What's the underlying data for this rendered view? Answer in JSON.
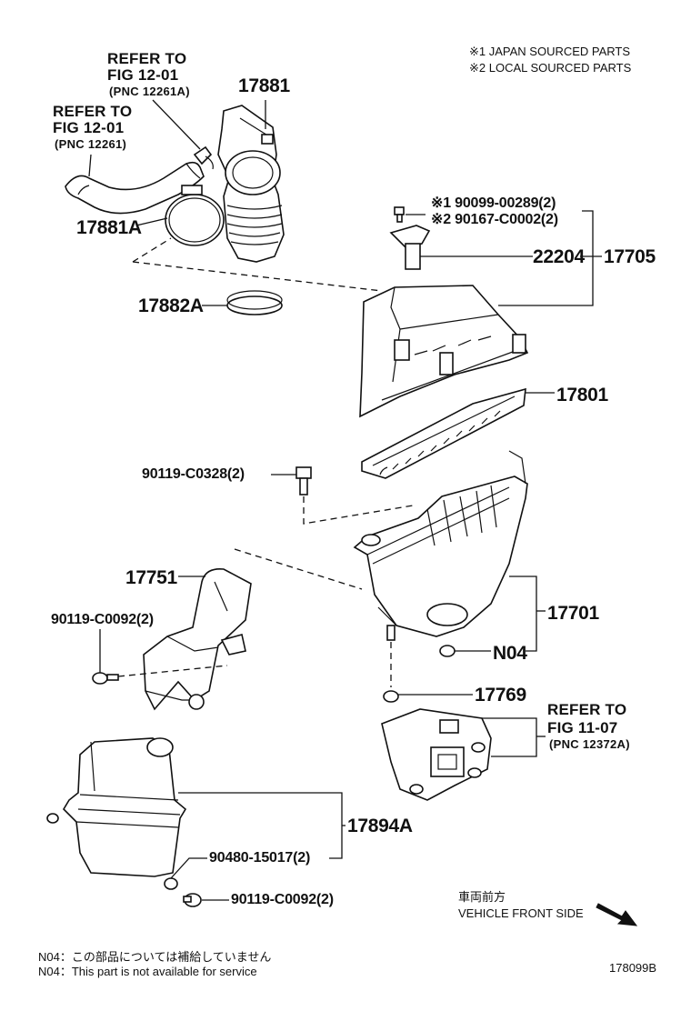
{
  "legend": {
    "japan_sourced": "※1 JAPAN SOURCED PARTS",
    "local_sourced": "※2 LOCAL SOURCED PARTS"
  },
  "refs": {
    "fig12_01_a_line1": "REFER TO",
    "fig12_01_a_line2": "FIG 12-01",
    "fig12_01_a_pnc": "(PNC 12261A)",
    "fig12_01_b_line1": "REFER TO",
    "fig12_01_b_line2": "FIG 12-01",
    "fig12_01_b_pnc": "(PNC 12261)",
    "fig11_07_line1": "REFER TO",
    "fig11_07_line2": "FIG 11-07",
    "fig11_07_pnc": "(PNC 12372A)"
  },
  "parts": {
    "p17881": "17881",
    "p17881A": "17881A",
    "p17882A": "17882A",
    "p90099": "※1 90099-00289(2)",
    "p90167": "※2 90167-C0002(2)",
    "p22204": "22204",
    "p17705": "17705",
    "p17801": "17801",
    "p90119_c0328": "90119-C0328(2)",
    "p17751": "17751",
    "p90119_c0092_a": "90119-C0092(2)",
    "p17701": "17701",
    "pN04": "N04",
    "p17769": "17769",
    "p17894A": "17894A",
    "p90480": "90480-15017(2)",
    "p90119_c0092_b": "90119-C0092(2)"
  },
  "direction": {
    "jp": "車両前方",
    "en": "VEHICLE FRONT SIDE"
  },
  "footnote": {
    "jp": "N04：この部品については補給していません",
    "en": "N04：This part is not available for service"
  },
  "figure_id": "178099B"
}
